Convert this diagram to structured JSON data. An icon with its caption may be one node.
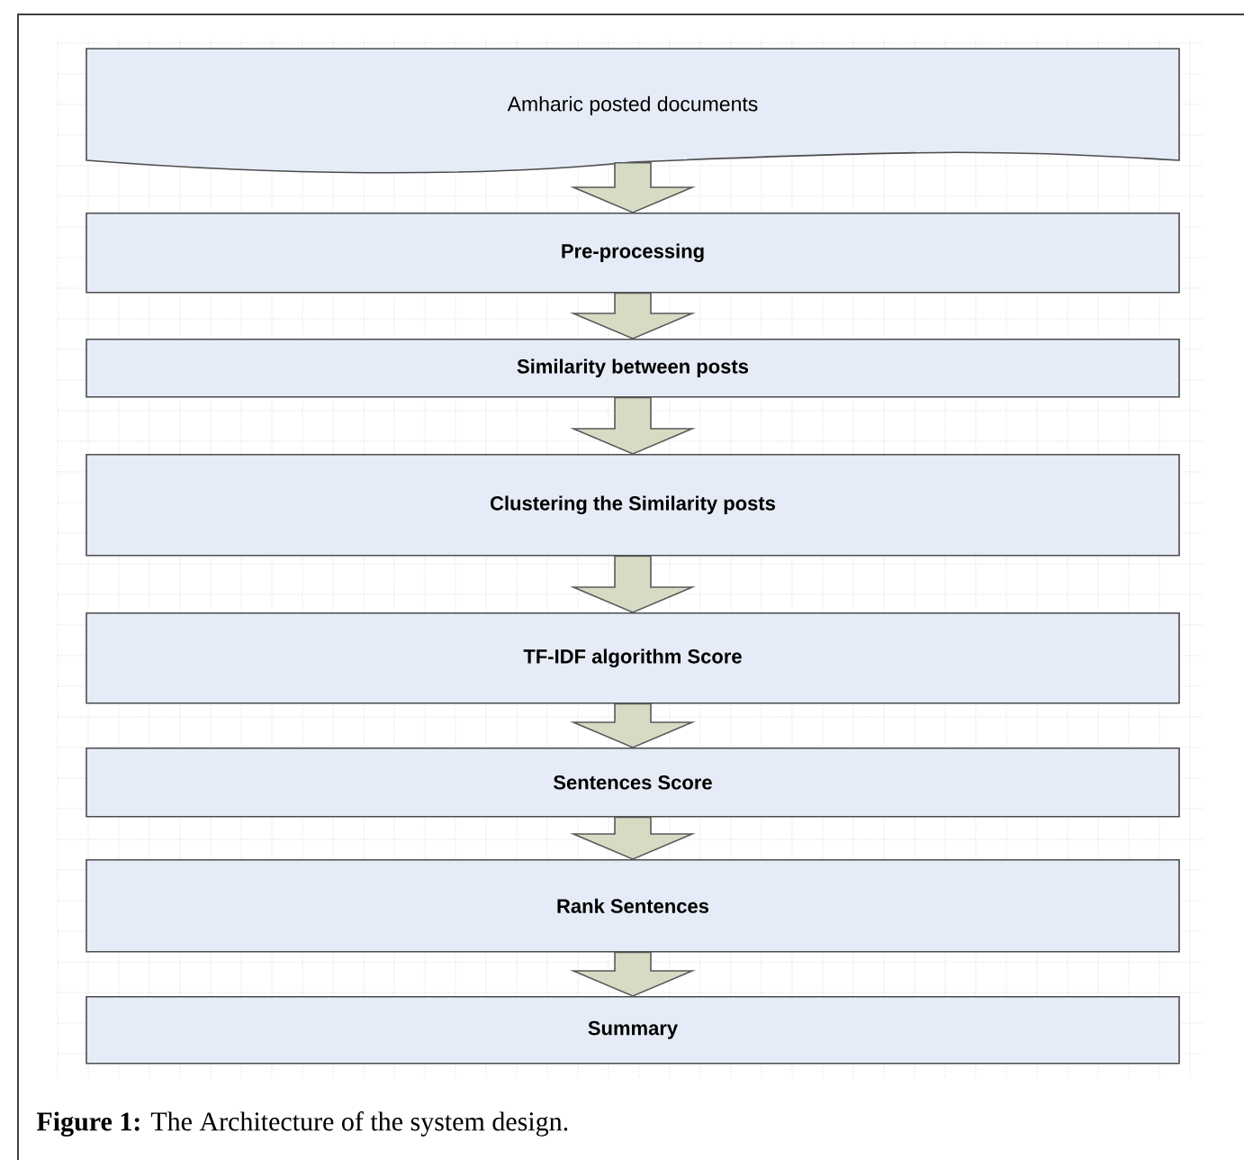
{
  "diagram": {
    "caption": "**Figure 1:** The Architecture of the system design.",
    "nodes": [
      {
        "text": [
          "Amharic posted documents"
        ]
      },
      {
        "text": [
          "Pre-processing"
        ]
      },
      {
        "text": [
          "Similarity between posts"
        ]
      },
      {
        "text": [
          "Clustering the Similarity posts"
        ]
      },
      {
        "text": [
          "TF-IDF algorithm Score"
        ]
      },
      {
        "text": [
          "Sentences Score"
        ]
      },
      {
        "text": [
          "Rank Sentences"
        ]
      },
      {
        "text": [
          "Summary"
        ]
      }
    ],
    "edges": [
      {
        "from": 0,
        "to": 1,
        "arrow": "to"
      },
      {
        "from": 1,
        "to": 2,
        "arrow": "to"
      },
      {
        "from": 2,
        "to": 3,
        "arrow": "to"
      },
      {
        "from": 3,
        "to": 4,
        "arrow": "to"
      },
      {
        "from": 4,
        "to": 5,
        "arrow": "to"
      },
      {
        "from": 5,
        "to": 6,
        "arrow": "to"
      },
      {
        "from": 6,
        "to": 7,
        "arrow": "to"
      }
    ]
  }
}
